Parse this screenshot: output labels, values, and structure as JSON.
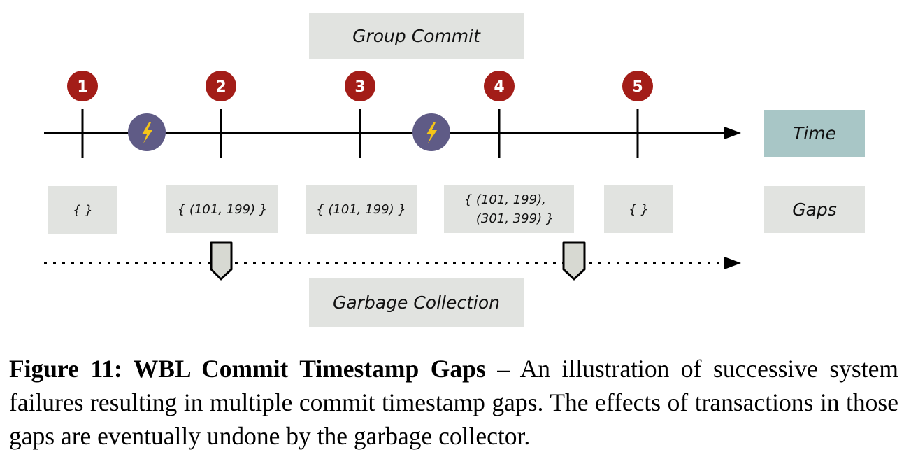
{
  "diagram": {
    "group_commit_label": "Group Commit",
    "time_label": "Time",
    "gaps_label": "Gaps",
    "garbage_collection_label": "Garbage Collection",
    "steps": [
      "1",
      "2",
      "3",
      "4",
      "5"
    ],
    "gap_sets": [
      "{ }",
      "{ (101, 199) }",
      "{ (101, 199) }",
      "{ (101, 199),\n   (301, 399) }",
      "{ }"
    ],
    "failure_icon": "lightning-bolt-icon",
    "gc_marker_icon": "pentagon-marker-icon",
    "colors": {
      "step_circle": "#a31d18",
      "failure_circle": "#5f5b86",
      "bolt": "#f5c518",
      "grey_box": "#e1e3e0",
      "time_box": "#a8c6c6",
      "gc_marker": "#d7d9d2"
    }
  },
  "caption": {
    "label": "Figure 11: WBL Commit Timestamp Gaps",
    "text": " – An illustration of successive system failures resulting in multiple commit timestamp gaps. The effects of transactions in those gaps are eventually undone by the garbage collector."
  }
}
